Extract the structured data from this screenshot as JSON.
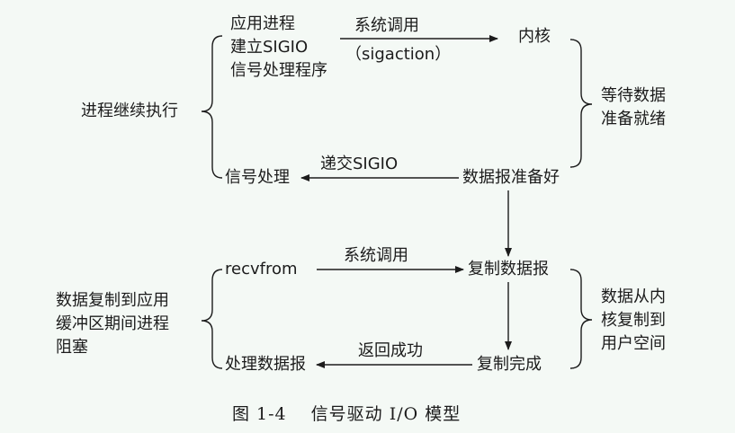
{
  "top": {
    "left_state": "进程继续执行",
    "app_lines": [
      "应用进程",
      "建立SIGIO",
      "信号处理程序"
    ],
    "syscall_label": "系统调用",
    "syscall_sub": "（sigaction）",
    "kernel": "内核",
    "right_state_lines": [
      "等待数据",
      "准备就绪"
    ],
    "deliver_label": "递交SIGIO",
    "handler": "信号处理",
    "data_ready": "数据报准备好"
  },
  "bottom": {
    "left_state_lines": [
      "数据复制到应用",
      "缓冲区期间进程",
      "阻塞"
    ],
    "recvfrom": "recvfrom",
    "syscall_label": "系统调用",
    "copy_datagram": "复制数据报",
    "right_state_lines": [
      "数据从内",
      "核复制到",
      "用户空间"
    ],
    "return_label": "返回成功",
    "process_datagram": "处理数据报",
    "copy_done": "复制完成"
  },
  "caption": "图 1-4　 信号驱动 I/O 模型",
  "colors": {
    "background": "#f4f9f5",
    "ink": "#1c1c1c"
  }
}
